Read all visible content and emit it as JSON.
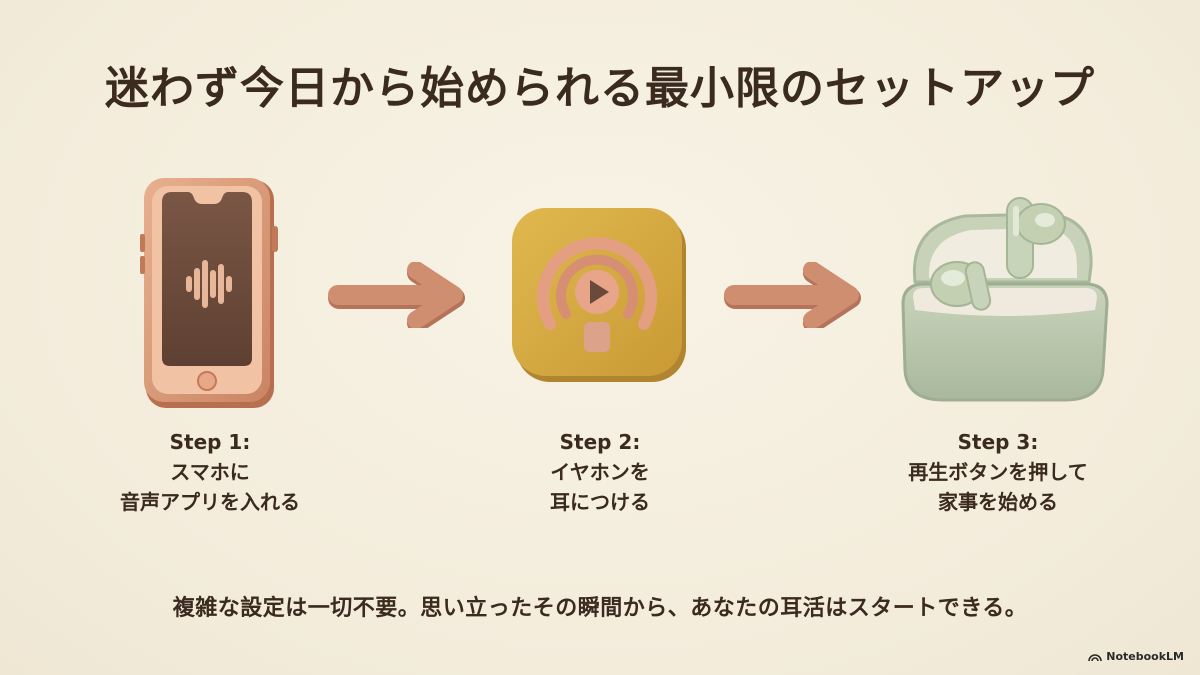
{
  "slide": {
    "title": "迷わず今日から始められる最小限のセットアップ",
    "steps": [
      {
        "label": "Step 1:",
        "line1": "スマホに",
        "line2": "音声アプリを入れる",
        "icon": "smartphone-icon"
      },
      {
        "label": "Step 2:",
        "line1": "イヤホンを",
        "line2": "耳につける",
        "icon": "podcast-app-icon"
      },
      {
        "label": "Step 3:",
        "line1": "再生ボタンを押して",
        "line2": "家事を始める",
        "icon": "earbuds-case-icon"
      }
    ],
    "footer": "複雑な設定は一切不要。思い立ったその瞬間から、あなたの耳活はスタートできる。",
    "brand": "NotebookLM"
  },
  "colors": {
    "background": "#f5efe0",
    "text": "#3b2a1f",
    "phone_body": "#dc9f7e",
    "phone_screen": "#6b4a3a",
    "app_tile": "#d7ad45",
    "arrow": "#c8886a",
    "earbuds": "#c6d2b8"
  }
}
